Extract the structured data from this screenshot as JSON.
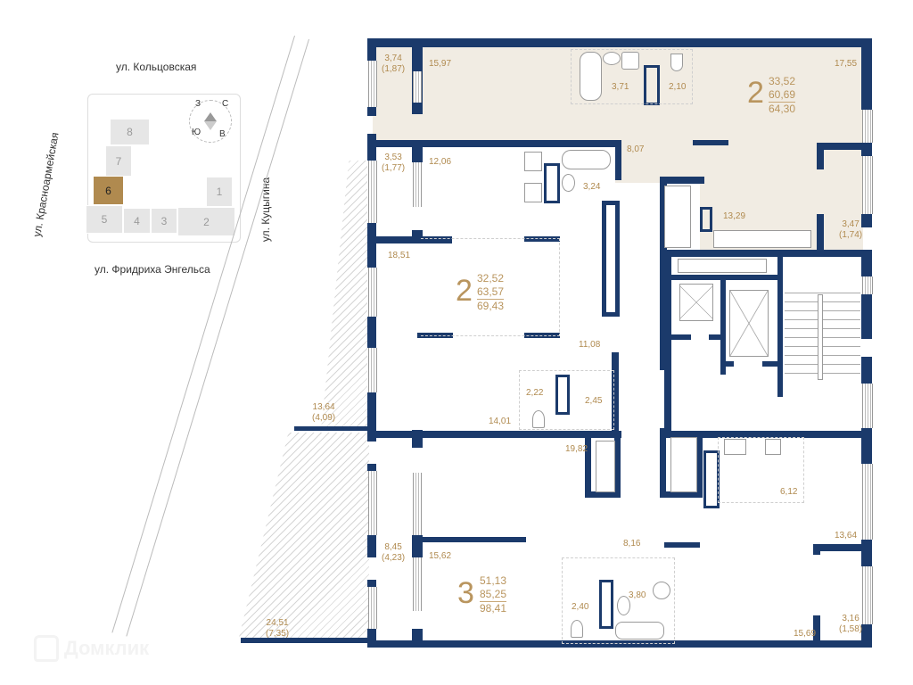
{
  "site_map": {
    "streets": {
      "north": "ул. Кольцовская",
      "west": "ул. Красноармейская",
      "east": "ул. Куцыгина",
      "south": "ул. Фридриха Энгельса"
    },
    "blocks": [
      {
        "id": "1",
        "selected": false
      },
      {
        "id": "2",
        "selected": false
      },
      {
        "id": "3",
        "selected": false
      },
      {
        "id": "4",
        "selected": false
      },
      {
        "id": "5",
        "selected": false
      },
      {
        "id": "6",
        "selected": true
      },
      {
        "id": "7",
        "selected": false
      },
      {
        "id": "8",
        "selected": false
      }
    ],
    "compass": {
      "n": "С",
      "s": "Ю",
      "e": "В",
      "w": "З"
    },
    "selected_color": "#b08a4f"
  },
  "apartments": [
    {
      "rooms": "2",
      "living": "33,52",
      "total": "60,69",
      "total_with_balcony": "64,30"
    },
    {
      "rooms": "2",
      "living": "32,52",
      "total": "63,57",
      "total_with_balcony": "69,43"
    },
    {
      "rooms": "3",
      "living": "51,13",
      "total": "85,25",
      "total_with_balcony": "98,41"
    }
  ],
  "room_areas": {
    "a1_balcony": {
      "area": "3,74",
      "reduced": "(1,87)"
    },
    "a1_room": "15,97",
    "a1_bath": "3,71",
    "a1_wc": "2,10",
    "a1_room2": "17,55",
    "a1_hall": "8,07",
    "a1_kitchen": "13,29",
    "a1_loggia": {
      "area": "3,47",
      "reduced": "(1,74)"
    },
    "a2_balcony": {
      "area": "3,53",
      "reduced": "(1,77)"
    },
    "a2_kitchen": "12,06",
    "a2_bath": "3,24",
    "a2_room": "18,51",
    "a2_hall": "11,08",
    "a2_wc": "2,22",
    "a2_bath2": "2,45",
    "a2_room2": "14,01",
    "terrace1": {
      "area": "13,64",
      "reduced": "(4,09)"
    },
    "terrace2": {
      "area": "24,51",
      "reduced": "(7,35)"
    },
    "a3_room": "19,82",
    "a3_balcony": {
      "area": "8,45",
      "reduced": "(4,23)"
    },
    "a3_room2": "15,62",
    "a3_hall": "8,16",
    "a3_wc": "2,40",
    "a3_bath": "3,80",
    "a3_kitchen_niche": "6,12",
    "a3_living": "13,64",
    "a3_room3": "15,69",
    "a3_loggia": {
      "area": "3,16",
      "reduced": "(1,58)"
    }
  },
  "watermark": "Домклик",
  "colors": {
    "wall": "#1b3a6b",
    "highlight": "#f1ece3",
    "label": "#b08a4f"
  }
}
